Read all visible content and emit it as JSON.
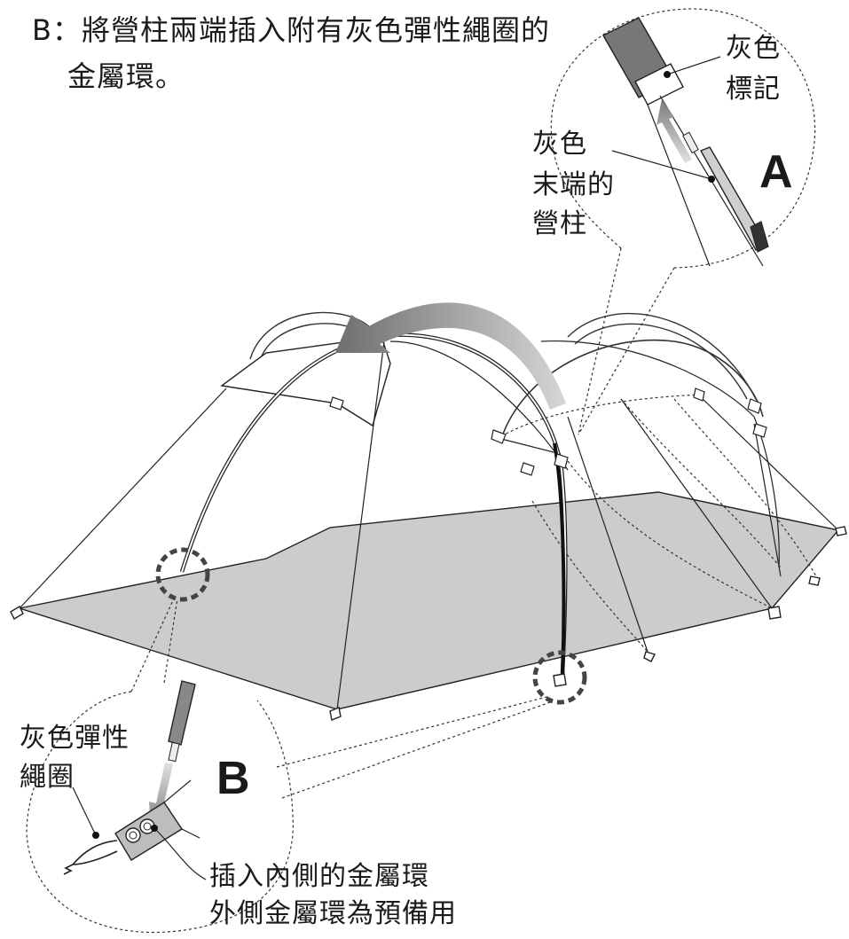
{
  "title_line1": "B：將營柱兩端插入附有灰色彈性繩圈的",
  "title_line2": "金屬環。",
  "callout_a": {
    "letter": "A",
    "gray_mark_line1": "灰色",
    "gray_mark_line2": "標記",
    "gray_end_line1": "灰色",
    "gray_end_line2": "末端的",
    "gray_end_line3": "營柱"
  },
  "callout_b": {
    "letter": "B",
    "elastic_line1": "灰色彈性",
    "elastic_line2": "繩圈",
    "ring_line1": "插入內側的金屬環",
    "ring_line2": "外側金屬環為預備用"
  },
  "colors": {
    "floor": "#cccccc",
    "pole_gray": "#888888",
    "pole_dark": "#333333",
    "arrow": "#8c8c8c",
    "ink": "#1a1a1a"
  }
}
